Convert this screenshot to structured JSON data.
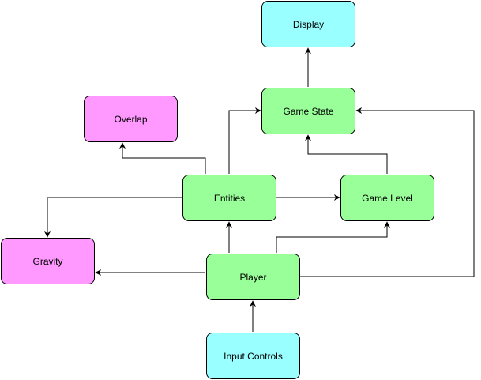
{
  "colors": {
    "cyan": "#99ffff",
    "green": "#99ff99",
    "magenta": "#ff99ff",
    "stroke": "#000000"
  },
  "nodes": {
    "display": {
      "label": "Display",
      "color": "cyan"
    },
    "gamestate": {
      "label": "Game State",
      "color": "green"
    },
    "overlap": {
      "label": "Overlap",
      "color": "magenta"
    },
    "entities": {
      "label": "Entities",
      "color": "green"
    },
    "gamelevel": {
      "label": "Game Level",
      "color": "green"
    },
    "gravity": {
      "label": "Gravity",
      "color": "magenta"
    },
    "player": {
      "label": "Player",
      "color": "green"
    },
    "input": {
      "label": "Input Controls",
      "color": "cyan"
    }
  },
  "edges": [
    {
      "from": "gamestate",
      "to": "display"
    },
    {
      "from": "entities",
      "to": "gamestate"
    },
    {
      "from": "entities",
      "to": "overlap"
    },
    {
      "from": "entities",
      "to": "gamelevel"
    },
    {
      "from": "entities",
      "to": "gravity"
    },
    {
      "from": "gamelevel",
      "to": "gamestate"
    },
    {
      "from": "player",
      "to": "entities"
    },
    {
      "from": "player",
      "to": "gamelevel"
    },
    {
      "from": "player",
      "to": "gamestate"
    },
    {
      "from": "player",
      "to": "gravity"
    },
    {
      "from": "input",
      "to": "player"
    }
  ]
}
